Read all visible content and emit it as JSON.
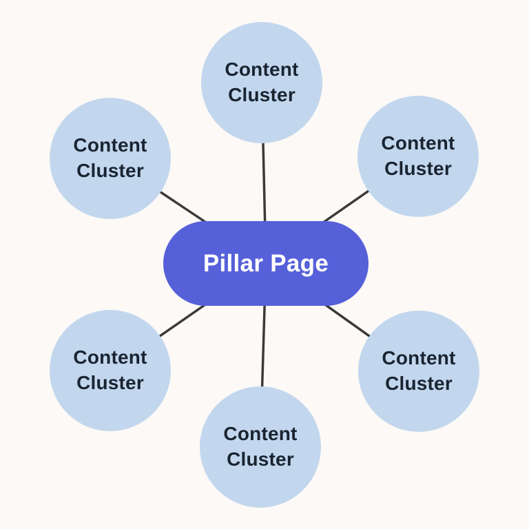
{
  "diagram": {
    "type": "hub-and-spoke",
    "center_node": {
      "label": "Pillar Page",
      "shape": "pill",
      "fill_color": "#5560d9",
      "text_color": "#ffffff"
    },
    "cluster_nodes": [
      {
        "position": "top",
        "label": "Content Cluster"
      },
      {
        "position": "top-left",
        "label": "Content Cluster"
      },
      {
        "position": "top-right",
        "label": "Content Cluster"
      },
      {
        "position": "bottom-left",
        "label": "Content Cluster"
      },
      {
        "position": "bottom-right",
        "label": "Content Cluster"
      },
      {
        "position": "bottom",
        "label": "Content Cluster"
      }
    ],
    "cluster_style": {
      "shape": "circle",
      "fill_color": "#c2d7ee",
      "text_color": "#1a2431"
    },
    "connector": {
      "count": 6,
      "color": "#3a3a3a"
    },
    "background_color": "#fcf9f6"
  }
}
